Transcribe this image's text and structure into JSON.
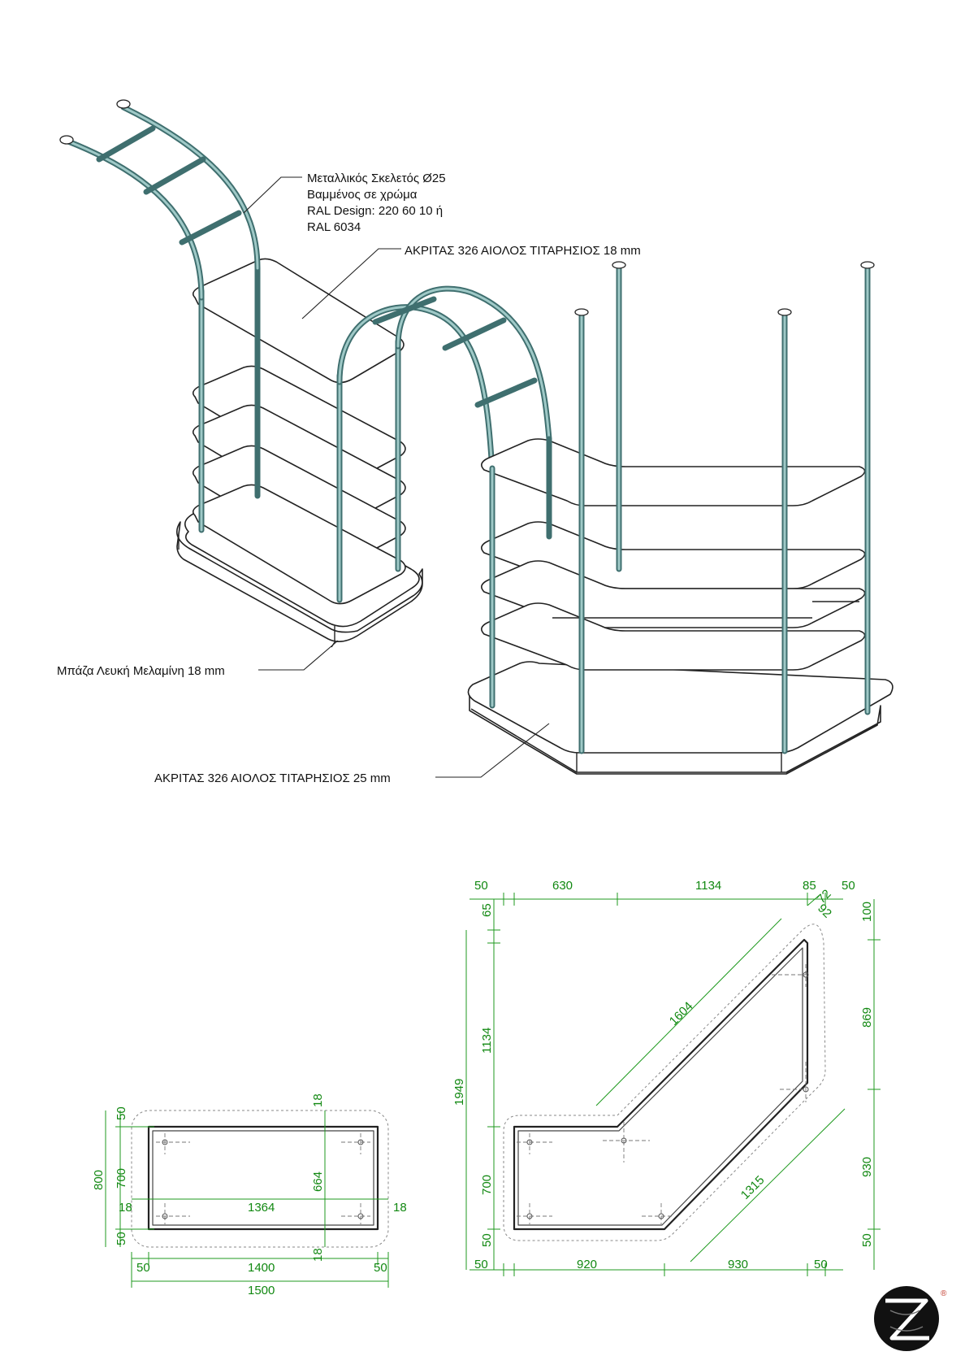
{
  "labels": {
    "frame_line1": "Μεταλλικός Σκελετός Ø25",
    "frame_line2": "Βαμμένος σε χρώμα",
    "frame_line3": "RAL Design: 220 60 10 ή",
    "frame_line4": "RAL 6034",
    "shelf_material": "ΑΚΡΙΤΑΣ 326 ΑΙΟΛΟΣ ΤΙΤΑΡΗΣΙΟΣ 18 mm",
    "base_material": "Μπάζα Λευκή Μελαμίνη 18 mm",
    "bottom_material": "ΑΚΡΙΤΑΣ 326 ΑΙΟΛΟΣ ΤΙΤΑΡΗΣΙΟΣ 25 mm"
  },
  "plan_left": {
    "d_50_top": "50",
    "d_700": "700",
    "d_50_bottom": "50",
    "d_800": "800",
    "d_18_top": "18",
    "d_664": "664",
    "d_18_bottom": "18",
    "d_18_left": "18",
    "d_1364": "1364",
    "d_18_right": "18",
    "d_50_left": "50",
    "d_1400": "1400",
    "d_50_right": "50",
    "d_1500": "1500"
  },
  "plan_right": {
    "t_50_left": "50",
    "t_630": "630",
    "t_1134": "1134",
    "t_85": "85",
    "t_50_right": "50",
    "t_92": "92",
    "t_72": "72",
    "l_65": "65",
    "l_1134": "1134",
    "l_1949": "1949",
    "l_700": "700",
    "l_50": "50",
    "d_1604": "1604",
    "d_1315": "1315",
    "r_100": "100",
    "r_869": "869",
    "r_930": "930",
    "r_50": "50",
    "b_50_left": "50",
    "b_920": "920",
    "b_930": "930",
    "b_50_right": "50"
  },
  "colors": {
    "frame": "#3f6f6f",
    "dimension": "#1f9a1f"
  },
  "logo": {
    "mark": "®"
  }
}
